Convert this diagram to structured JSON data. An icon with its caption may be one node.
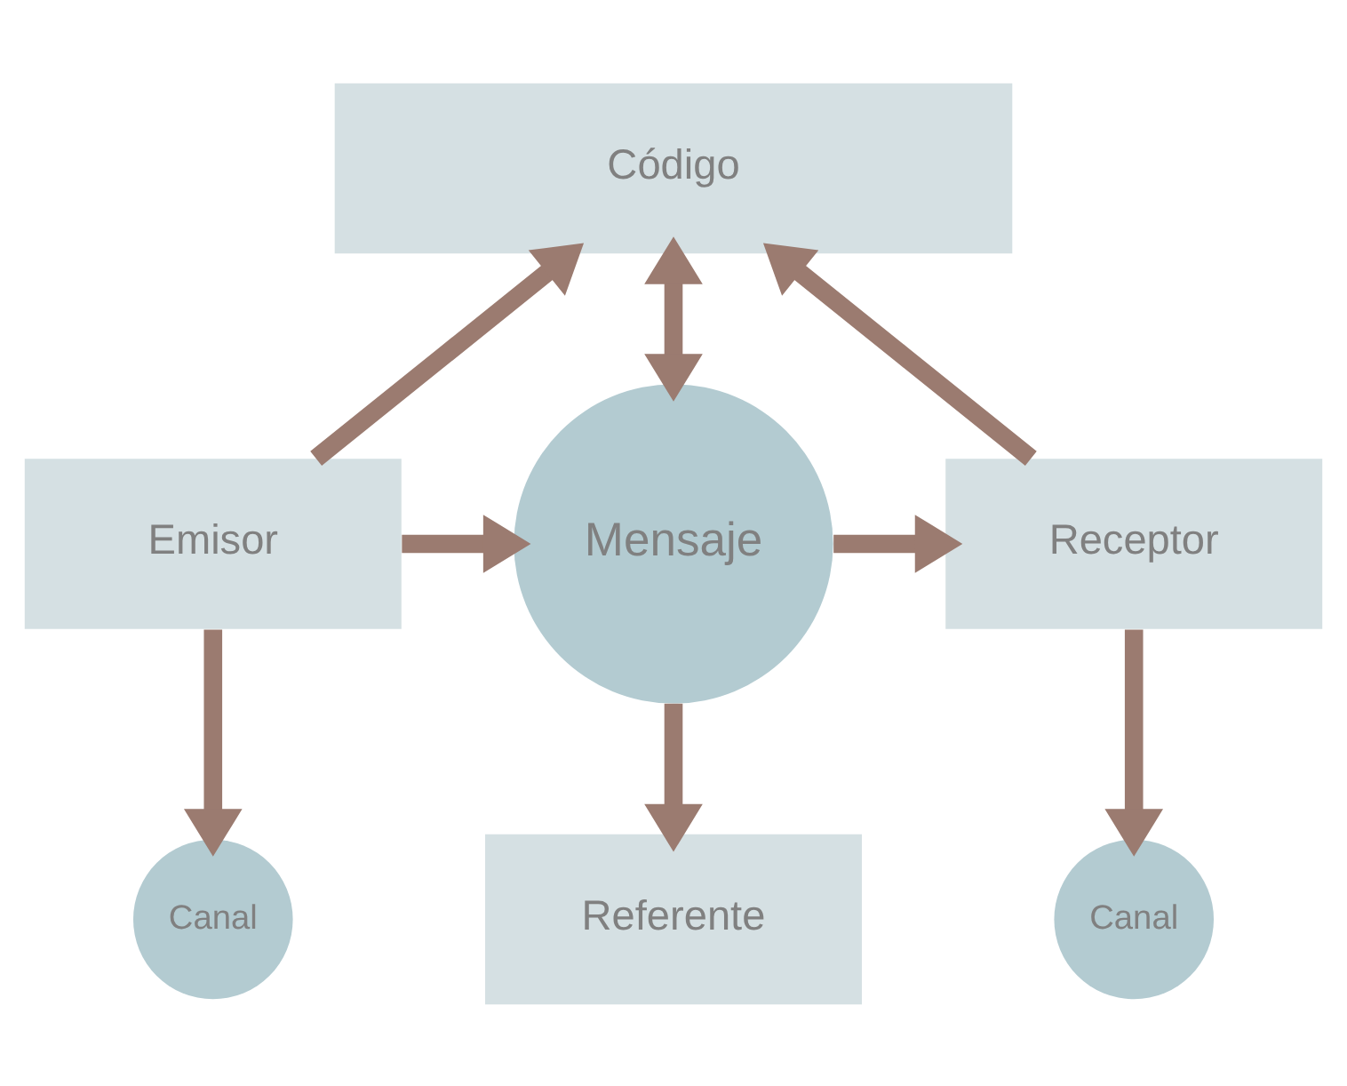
{
  "diagram": {
    "nodes": [
      {
        "text": [
          "Código"
        ]
      },
      {
        "text": [
          "Emisor"
        ]
      },
      {
        "text": [
          "Mensaje"
        ]
      },
      {
        "text": [
          "Receptor"
        ]
      },
      {
        "text": [
          "Canal"
        ]
      },
      {
        "text": [
          "Canal"
        ]
      },
      {
        "text": [
          "Referente"
        ]
      }
    ],
    "edges": [
      {
        "from": 1,
        "to": 0,
        "arrow": "to"
      },
      {
        "from": 0,
        "to": 2,
        "arrow": "both"
      },
      {
        "from": 3,
        "to": 0,
        "arrow": "to"
      },
      {
        "from": 1,
        "to": 2,
        "arrow": "to"
      },
      {
        "from": 2,
        "to": 3,
        "arrow": "to"
      },
      {
        "from": 1,
        "to": 4,
        "arrow": "to"
      },
      {
        "from": 2,
        "to": 6,
        "arrow": "to"
      },
      {
        "from": 3,
        "to": 5,
        "arrow": "to"
      }
    ]
  }
}
